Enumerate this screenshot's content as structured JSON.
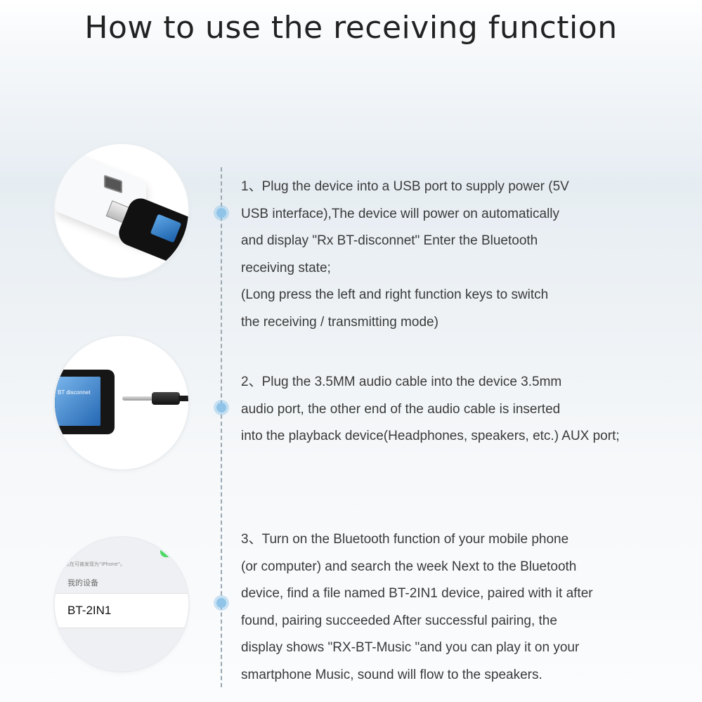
{
  "title": "How to use the receiving function",
  "steps": [
    {
      "lines": [
        "1、Plug the device into a USB port to supply power (5V",
        "USB interface),The device will power on automatically",
        "and display \"Rx BT-disconnet\" Enter the Bluetooth",
        "receiving state;",
        "(Long press the left and right function keys to switch",
        "the receiving / transmitting mode)"
      ]
    },
    {
      "lines": [
        "2、Plug the 3.5MM audio cable into the device 3.5mm",
        "audio port, the other end of the audio cable is inserted",
        "into the playback device(Headphones, speakers, etc.) AUX port;"
      ],
      "screen_text": "BT disconnet"
    },
    {
      "lines": [
        "3、Turn on the Bluetooth function of your mobile phone",
        "(or computer) and search the week Next to the Bluetooth",
        "device, find a file named BT-2IN1 device, paired with it after",
        "found, pairing succeeded After successful pairing, the",
        "display shows \"RX-BT-Music \"and you can play it on your",
        "smartphone Music, sound will flow to the speakers."
      ],
      "phone": {
        "visible_as_text": "现在可被发现为\"iPhone\"。",
        "section_label": "我的设备",
        "device_name": "BT-2IN1"
      }
    }
  ],
  "colors": {
    "timeline_dot": "#8fc4e8",
    "toggle_on": "#4cd964"
  }
}
